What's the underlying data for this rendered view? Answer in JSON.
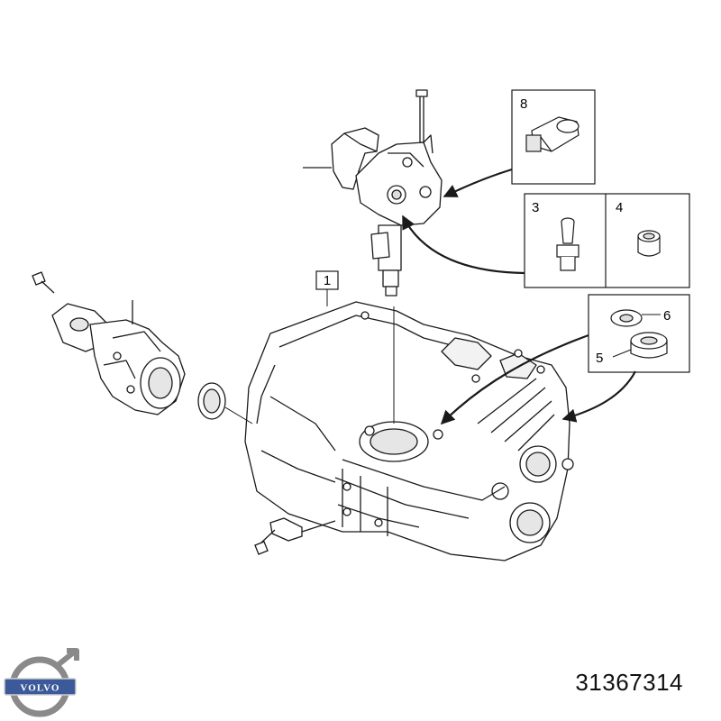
{
  "diagram": {
    "callouts": [
      {
        "id": "c1",
        "label": "1"
      },
      {
        "id": "c8",
        "label": "8"
      },
      {
        "id": "c3",
        "label": "3"
      },
      {
        "id": "c4",
        "label": "4"
      },
      {
        "id": "c6",
        "label": "6"
      },
      {
        "id": "c5",
        "label": "5"
      }
    ],
    "colors": {
      "line": "#1a1a1a",
      "fill": "#ffffff",
      "shade": "#d9d9d9",
      "logo_blue": "#3c5a9a"
    }
  },
  "brand": {
    "logo_text": "VOLVO",
    "logo_icon": "volvo-iron-mark-icon"
  },
  "part_number": "31367314"
}
